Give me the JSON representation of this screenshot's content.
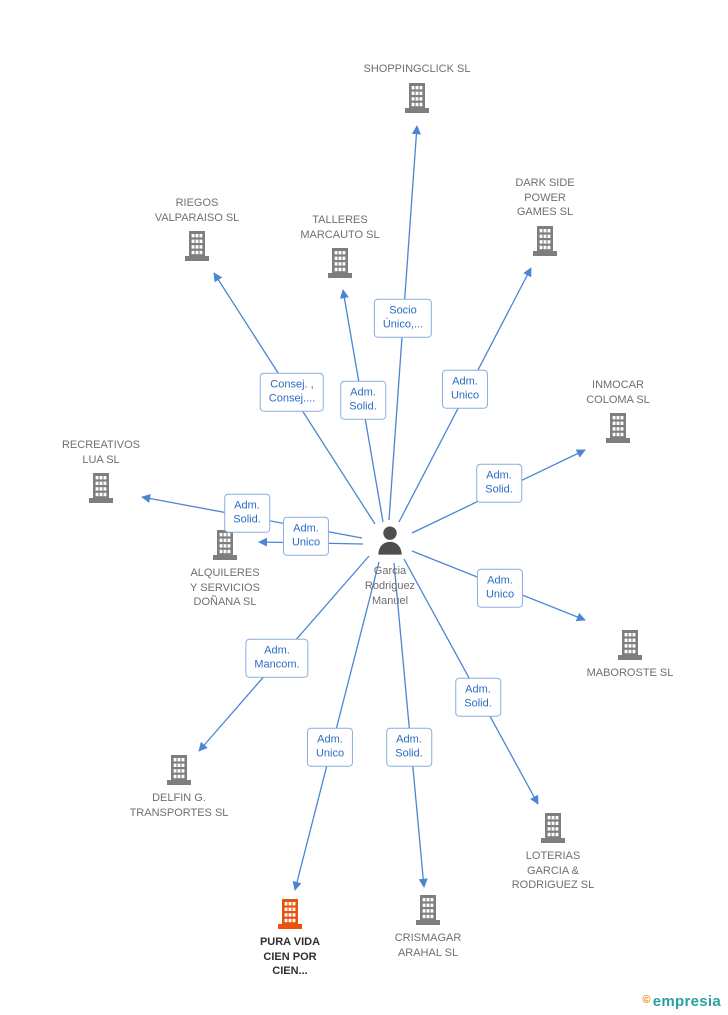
{
  "person": {
    "name": "Garcia\nRodriguez\nManuel"
  },
  "companies": [
    {
      "label": "SHOPPINGCLICK SL",
      "highlighted": false
    },
    {
      "label": "RIEGOS\nVALPARAISO SL",
      "highlighted": false
    },
    {
      "label": "TALLERES\nMARCAUTO SL",
      "highlighted": false
    },
    {
      "label": "DARK SIDE\nPOWER\nGAMES  SL",
      "highlighted": false
    },
    {
      "label": "INMOCAR\nCOLOMA SL",
      "highlighted": false
    },
    {
      "label": "RECREATIVOS\nLUA SL",
      "highlighted": false
    },
    {
      "label": "ALQUILERES\nY SERVICIOS\nDOÑANA SL",
      "highlighted": false
    },
    {
      "label": "MABOROSTE SL",
      "highlighted": false
    },
    {
      "label": "DELFIN G.\nTRANSPORTES SL",
      "highlighted": false
    },
    {
      "label": "LOTERIAS\nGARCIA &\nRODRIGUEZ SL",
      "highlighted": false
    },
    {
      "label": "PURA VIDA\nCIEN POR\nCIEN...",
      "highlighted": true
    },
    {
      "label": "CRISMAGAR\nARAHAL SL",
      "highlighted": false
    }
  ],
  "edges": [
    {
      "label": "Socio\nÚnico,...",
      "target": "SHOPPINGCLICK SL"
    },
    {
      "label": "Consej. ,\nConsej....",
      "target": "RIEGOS VALPARAISO SL"
    },
    {
      "label": "Adm.\nSolid.",
      "target": "TALLERES MARCAUTO SL"
    },
    {
      "label": "Adm.\nUnico",
      "target": "DARK SIDE POWER GAMES SL"
    },
    {
      "label": "Adm.\nSolid.",
      "target": "INMOCAR COLOMA SL"
    },
    {
      "label": "Adm.\nSolid.",
      "target": "RECREATIVOS LUA SL"
    },
    {
      "label": "Adm.\nUnico",
      "target": "ALQUILERES Y SERVICIOS DOÑANA SL"
    },
    {
      "label": "Adm.\nUnico",
      "target": "MABOROSTE SL"
    },
    {
      "label": "Adm.\nMancom.",
      "target": "DELFIN G. TRANSPORTES SL"
    },
    {
      "label": "Adm.\nSolid.",
      "target": "LOTERIAS GARCIA & RODRIGUEZ SL"
    },
    {
      "label": "Adm.\nUnico",
      "target": "PURA VIDA CIEN POR CIEN..."
    },
    {
      "label": "Adm.\nSolid.",
      "target": "CRISMAGAR ARAHAL SL"
    }
  ],
  "watermark": {
    "symbol": "©",
    "brand": "empresia"
  },
  "icons": {
    "company": "building-icon",
    "person": "person-icon"
  },
  "colors": {
    "arrow_blue": "#4b86d4",
    "relation_text_blue": "#2a6cc4",
    "relation_border_blue": "#8aaede",
    "building_gray": "#7e7e7e",
    "highlight_orange": "#e8520d",
    "company_text_gray": "#6f6f6f",
    "watermark_teal": "#2aa0a4",
    "watermark_orange": "#ef8200"
  }
}
